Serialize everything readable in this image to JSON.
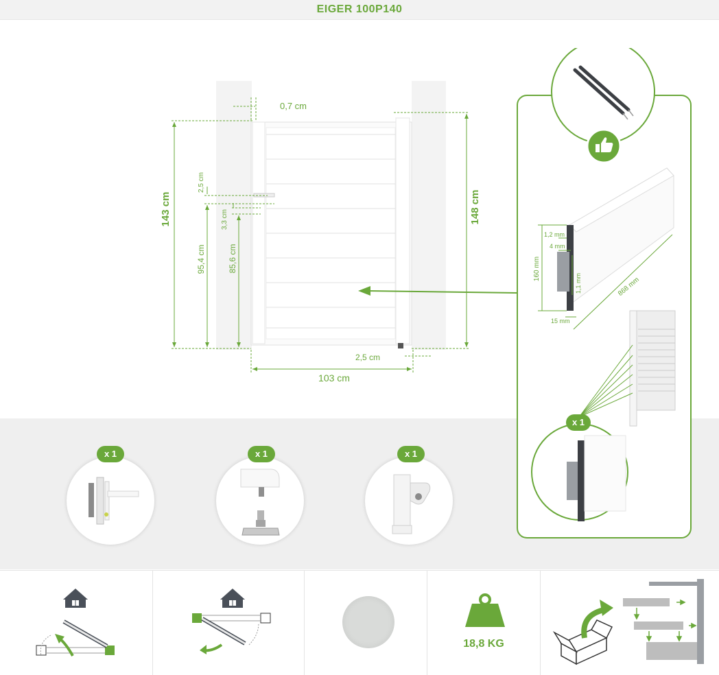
{
  "title": "EIGER 100P140",
  "dimensions": {
    "post_gap": "0,7 cm",
    "height_left": "143 cm",
    "height_right": "148 cm",
    "handle_offset": "2,5 cm",
    "lock_offset": "3,3 cm",
    "handle_height": "95,4 cm",
    "lock_height": "85,6 cm",
    "bottom_gap": "2,5 cm",
    "width": "103 cm"
  },
  "profile": {
    "dim_12mm": "1,2 mm",
    "dim_4mm": "4 mm",
    "dim_160mm": "160 mm",
    "dim_11mm": "1,1 mm",
    "dim_15mm": "15 mm",
    "dim_868mm": "868 mm",
    "quantity": "x 1"
  },
  "accessories": [
    {
      "name": "lock-handle",
      "quantity": "x 1"
    },
    {
      "name": "gate-stop",
      "quantity": "x 1"
    },
    {
      "name": "hinge",
      "quantity": "x 1"
    }
  ],
  "specs": {
    "weight": "18,8 KG",
    "color_swatch": "#d9dbd9"
  },
  "colors": {
    "accent": "#6aa83a",
    "dark_icon": "#4a5059"
  }
}
